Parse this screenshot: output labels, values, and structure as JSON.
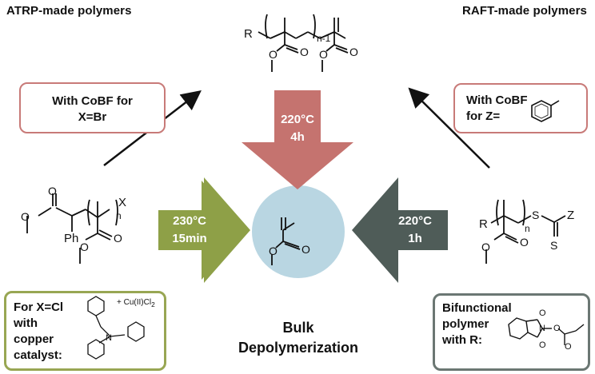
{
  "headings": {
    "atrp": "ATRP-made polymers",
    "raft": "RAFT-made polymers"
  },
  "boxes": {
    "atrp_condition": "With CoBF for\nX=Br",
    "raft_condition_line1": "With CoBF",
    "raft_condition_line2": "for Z=",
    "copper_catalyst": [
      "For X=Cl",
      "with",
      "copper",
      "catalyst:"
    ],
    "bifunctional": [
      "Bifunctional",
      "polymer",
      "with R:"
    ]
  },
  "arrows": {
    "top": {
      "temp": "220°C",
      "time": "4h",
      "color": "#c5736f"
    },
    "left": {
      "temp": "230°C",
      "time": "15min",
      "color": "#8ea047"
    },
    "right": {
      "temp": "220°C",
      "time": "1h",
      "color": "#4f5c58"
    }
  },
  "center": {
    "line1": "Bulk",
    "line2": "Depolymerization",
    "circle_color": "#b9d6e2"
  },
  "structures": {
    "top_R": "R",
    "top_subscript": "n-1",
    "atrp_X": "X",
    "atrp_n": "n",
    "atrp_Ph": "Ph",
    "raft_R": "R",
    "raft_n": "n",
    "raft_S1": "S",
    "raft_S2": "S",
    "raft_Z": "Z",
    "catalyst_label": "Cu(II)Cl",
    "catalyst_sub": "2",
    "catalyst_plus": "+",
    "catalyst_N": "N",
    "bifunctional_N": "N",
    "O": "O"
  }
}
